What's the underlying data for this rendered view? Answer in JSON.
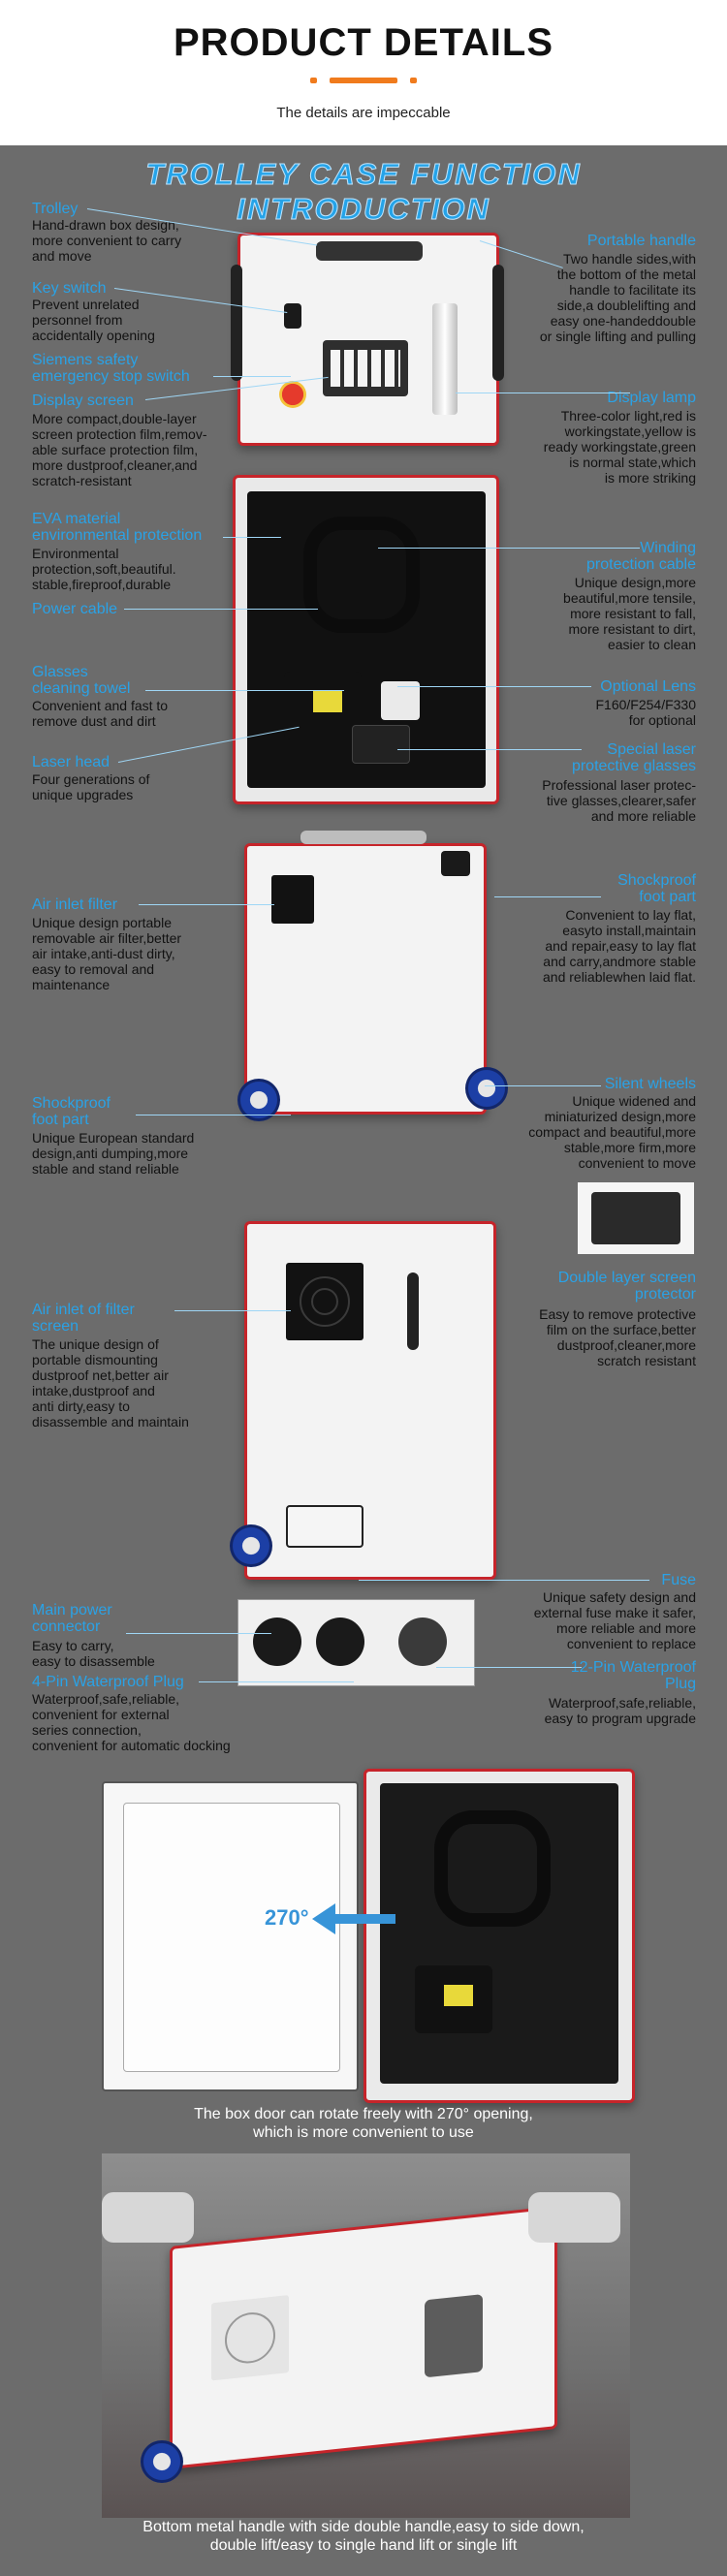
{
  "header": {
    "title": "PRODUCT DETAILS",
    "tagline": "The details are impeccable"
  },
  "section_title": "TROLLEY CASE FUNCTION INTRODUCTION",
  "features": {
    "trolley": {
      "title": "Trolley",
      "desc": [
        "Hand-drawn box design,",
        "more convenient to carry",
        "and move"
      ]
    },
    "key_switch": {
      "title": "Key switch",
      "desc": [
        "Prevent unrelated",
        "personnel from",
        "accidentally opening"
      ]
    },
    "siemens": {
      "title": [
        "Siemens safety",
        "emergency stop switch"
      ]
    },
    "display_screen": {
      "title": "Display screen",
      "desc": [
        "More compact,double-layer",
        "screen protection film,remov-",
        "able surface protection film,",
        "more dustproof,cleaner,and",
        "scratch-resistant"
      ]
    },
    "portable_handle": {
      "title": "Portable handle",
      "desc": [
        "Two handle sides,with",
        "the bottom of the metal",
        "handle to facilitate its",
        "side,a doublelifting and",
        "easy one-handeddouble",
        "or single lifting and pulling"
      ]
    },
    "display_lamp": {
      "title": "Display lamp",
      "desc": [
        "Three-color light,red is",
        "workingstate,yellow is",
        "ready workingstate,green",
        "is normal state,which",
        "is more striking"
      ]
    },
    "eva": {
      "title": [
        "EVA material",
        "environmental protection"
      ],
      "desc": [
        "Environmental",
        "protection,soft,beautiful.",
        "stable,fireproof,durable"
      ]
    },
    "power_cable": {
      "title": "Power cable"
    },
    "winding": {
      "title": [
        "Winding",
        "protection cable"
      ],
      "desc": [
        "Unique design,more",
        "beautiful,more tensile,",
        "more resistant to fall,",
        "more resistant to dirt,",
        "easier to clean"
      ]
    },
    "glasses": {
      "title": [
        "Glasses",
        "cleaning towel"
      ],
      "desc": [
        "Convenient and fast to",
        "remove dust and dirt"
      ]
    },
    "optional_lens": {
      "title": "Optional Lens",
      "desc": [
        "F160/F254/F330",
        "for optional"
      ]
    },
    "laser_head": {
      "title": "Laser head",
      "desc": [
        "Four generations of",
        "unique upgrades"
      ]
    },
    "special_glasses": {
      "title": [
        "Special laser",
        "protective glasses"
      ],
      "desc": [
        "Professional laser protec-",
        "tive glasses,clearer,safer",
        "and more reliable"
      ]
    },
    "air_inlet": {
      "title": "Air inlet filter",
      "desc": [
        "Unique design portable",
        "removable air filter,better",
        "air intake,anti-dust dirty,",
        "easy to removal and",
        "maintenance"
      ]
    },
    "shockproof_foot": {
      "title": [
        "Shockproof",
        "foot part"
      ],
      "desc": [
        "Convenient to lay flat,",
        "easyto install,maintain",
        "and repair,easy to lay flat",
        "and carry,andmore stable",
        "and reliablewhen laid flat."
      ]
    },
    "silent_wheels": {
      "title": "Silent wheels",
      "desc": [
        "Unique widened and",
        "miniaturized design,more",
        "compact and beautiful,more",
        "stable,more firm,more",
        "convenient to move"
      ]
    },
    "shockproof_foot2": {
      "title": [
        "Shockproof",
        "foot part"
      ],
      "desc": [
        "Unique European standard",
        "design,anti dumping,more",
        "stable and stand reliable"
      ]
    },
    "double_layer": {
      "title": [
        "Double layer screen",
        "protector"
      ],
      "desc": [
        "Easy to remove protective",
        "film on the surface,better",
        "dustproof,cleaner,more",
        "scratch resistant"
      ]
    },
    "air_inlet_filter_screen": {
      "title": [
        "Air inlet of filter",
        "screen"
      ],
      "desc": [
        "The unique design of",
        "portable dismounting",
        "dustproof net,better air",
        "intake,dustproof and",
        "anti dirty,easy to",
        "disassemble and maintain"
      ]
    },
    "fuse": {
      "title": "Fuse",
      "desc": [
        "Unique safety design and",
        "external fuse make it safer,",
        "more reliable and more",
        "convenient to replace"
      ]
    },
    "main_power": {
      "title": [
        "Main power",
        "connector"
      ],
      "desc": [
        "Easy to carry,",
        "easy to disassemble"
      ]
    },
    "pin12": {
      "title": [
        "12-Pin Waterproof",
        "Plug"
      ],
      "desc": [
        "Waterproof,safe,reliable,",
        "easy to program upgrade"
      ]
    },
    "pin4": {
      "title": "4-Pin Waterproof Plug",
      "desc": [
        "Waterproof,safe,reliable,",
        "convenient for external",
        "series connection,",
        "convenient for automatic docking"
      ]
    }
  },
  "door_rotation": "270°",
  "captions": {
    "door": [
      "The box door can rotate freely with 270° opening,",
      "which is more convenient to use"
    ],
    "bottom": [
      "Bottom metal handle with side double handle,easy to side down,",
      "double lift/easy to single hand lift or single lift"
    ]
  },
  "colors": {
    "accent": "#f07b1d",
    "label_blue": "#2aa2e6",
    "frame_red": "#c6242a",
    "background": "#6c6c6c"
  }
}
